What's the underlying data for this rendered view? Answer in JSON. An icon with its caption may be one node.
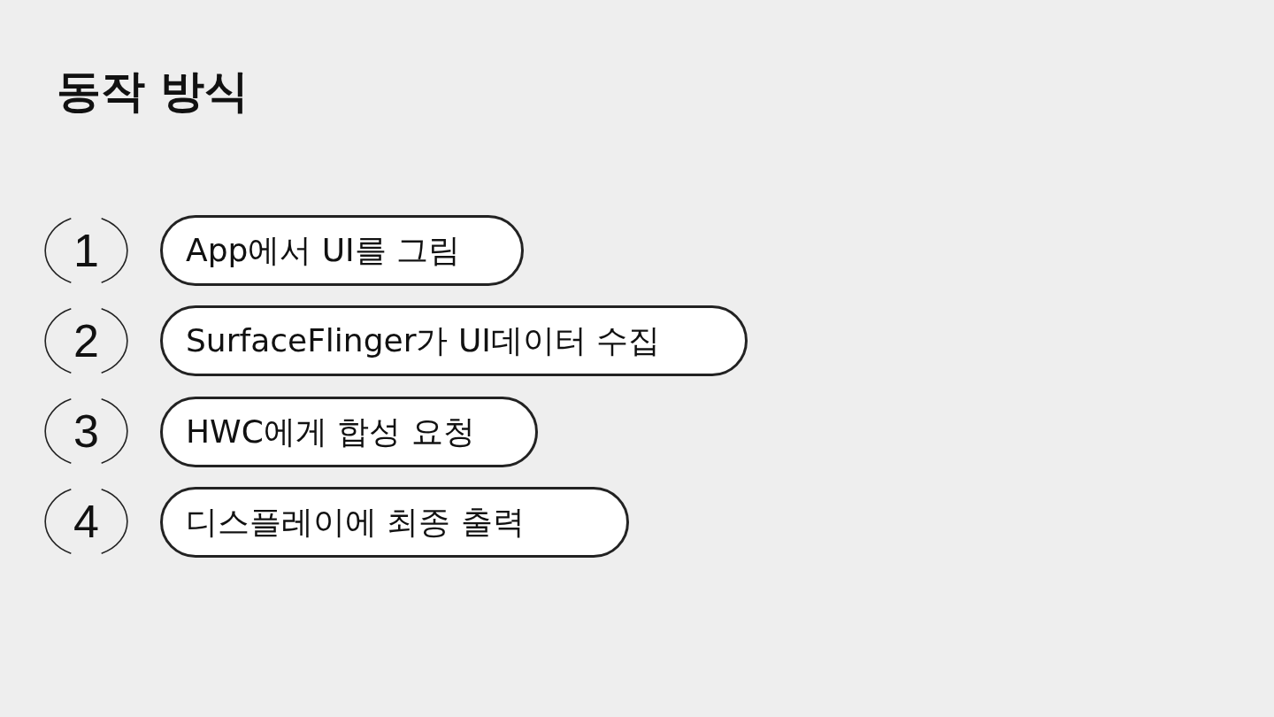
{
  "diagram": {
    "title": "동작 방식",
    "nodes": [
      {
        "text": [
          "1"
        ]
      },
      {
        "text": [
          "App에서 UI를 그림"
        ]
      },
      {
        "text": [
          "2"
        ]
      },
      {
        "text": [
          "SurfaceFlinger가 UI데이터 수집"
        ]
      },
      {
        "text": [
          "3"
        ]
      },
      {
        "text": [
          "HWC에게 합성 요청"
        ]
      },
      {
        "text": [
          "4"
        ]
      },
      {
        "text": [
          "디스플레이에 최종 출력"
        ]
      }
    ]
  }
}
